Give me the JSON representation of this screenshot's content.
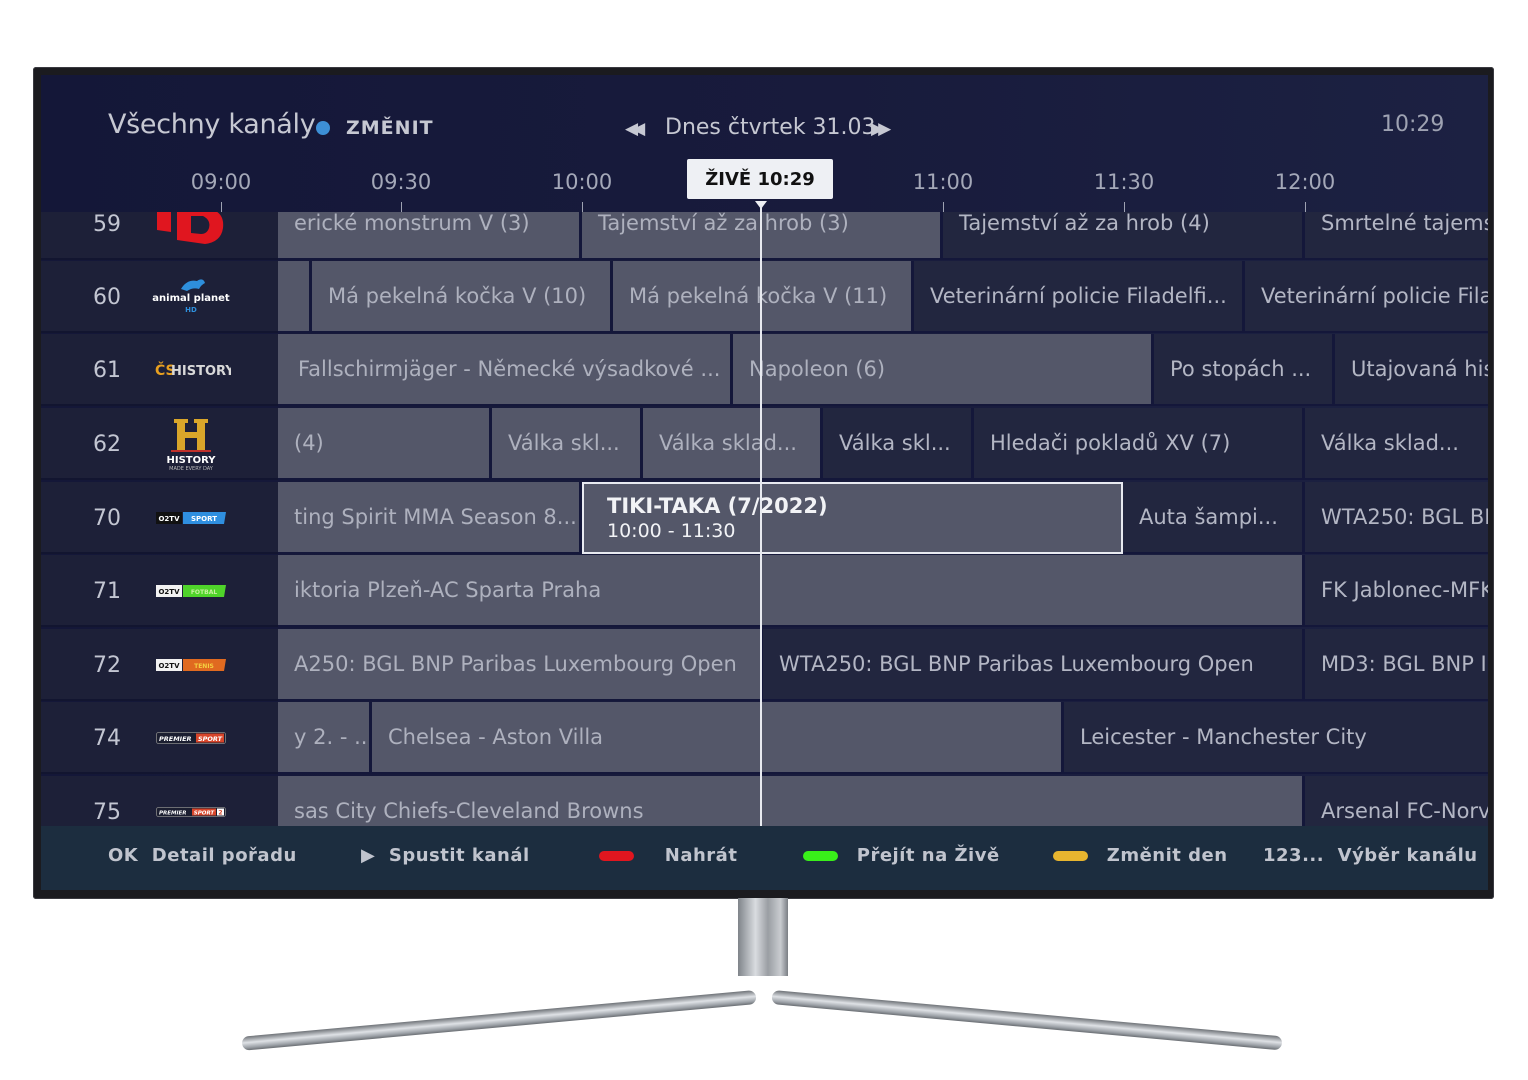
{
  "header": {
    "title": "Všechny kanály",
    "change_label": "ZMĚNIT",
    "date_label": "Dnes čtvrtek 31.03",
    "clock": "10:29",
    "prev_day_icon": "rewind-icon",
    "next_day_icon": "fast-forward-icon"
  },
  "timeline": {
    "ticks": [
      "09:00",
      "09:30",
      "10:00",
      "11:00",
      "11:30",
      "12:00"
    ],
    "live_label": "ŽIVĚ 10:29"
  },
  "channels": [
    {
      "number": "59",
      "logo": "ID",
      "programs": [
        {
          "title": "erické monstrum V (3)",
          "state": "past"
        },
        {
          "title": "Tajemství až za hrob (3)",
          "state": "past"
        },
        {
          "title": "Tajemství až za hrob (4)",
          "state": "future"
        },
        {
          "title": "Smrtelné tajems",
          "state": "future"
        }
      ]
    },
    {
      "number": "60",
      "logo": "animal planet HD",
      "programs": [
        {
          "title": "",
          "state": "past"
        },
        {
          "title": "Má pekelná kočka V (10)",
          "state": "past"
        },
        {
          "title": "Má pekelná kočka V (11)",
          "state": "past"
        },
        {
          "title": "Veterinární policie Filadelfi...",
          "state": "future"
        },
        {
          "title": "Veterinární policie Fila",
          "state": "future"
        }
      ]
    },
    {
      "number": "61",
      "logo": "ČS HISTORY",
      "programs": [
        {
          "title": "Fallschirmjäger - Německé výsadkové ...",
          "state": "past"
        },
        {
          "title": "Napoleon (6)",
          "state": "past"
        },
        {
          "title": "Po stopách ...",
          "state": "future"
        },
        {
          "title": "Utajovaná his",
          "state": "future"
        }
      ]
    },
    {
      "number": "62",
      "logo": "HISTORY",
      "programs": [
        {
          "title": "(4)",
          "state": "past"
        },
        {
          "title": "Válka skl...",
          "state": "past"
        },
        {
          "title": "Válka sklad...",
          "state": "past"
        },
        {
          "title": "Válka skl...",
          "state": "future"
        },
        {
          "title": "Hledači pokladů XV (7)",
          "state": "future"
        },
        {
          "title": "Válka sklad...",
          "state": "future"
        }
      ]
    },
    {
      "number": "70",
      "logo": "O2 TV SPORT",
      "programs": [
        {
          "title": "ting Spirit MMA Season 8...",
          "state": "past"
        },
        {
          "title": "TIKI-TAKA (7/2022)",
          "time": "10:00 - 11:30",
          "state": "focused"
        },
        {
          "title": "Auta šampi...",
          "state": "future"
        },
        {
          "title": "WTA250: BGL BI",
          "state": "future"
        }
      ]
    },
    {
      "number": "71",
      "logo": "O2 TV FOTBAL",
      "programs": [
        {
          "title": "iktoria Plzeň-AC Sparta Praha",
          "state": "past"
        },
        {
          "title": "FK Jablonec-MFK",
          "state": "future"
        }
      ]
    },
    {
      "number": "72",
      "logo": "O2 TV TENIS",
      "programs": [
        {
          "title": "A250: BGL BNP Paribas Luxembourg Open",
          "state": "past"
        },
        {
          "title": "WTA250: BGL BNP Paribas Luxembourg Open",
          "state": "future"
        },
        {
          "title": "MD3: BGL BNP I",
          "state": "future"
        }
      ]
    },
    {
      "number": "74",
      "logo": "PREMIER SPORT",
      "programs": [
        {
          "title": "y 2. - ...",
          "state": "past"
        },
        {
          "title": "Chelsea - Aston Villa",
          "state": "past"
        },
        {
          "title": "Leicester - Manchester City",
          "state": "future"
        }
      ]
    },
    {
      "number": "75",
      "logo": "PREMIER SPORT 2",
      "programs": [
        {
          "title": "sas City Chiefs-Cleveland Browns",
          "state": "past"
        },
        {
          "title": "Arsenal FC-Norv",
          "state": "future"
        }
      ]
    }
  ],
  "footer": {
    "ok_key": "OK",
    "ok_label": "Detail pořadu",
    "play_label": "Spustit kanál",
    "red_label": "Nahrát",
    "green_label": "Přejít na Živě",
    "yellow_label": "Změnit den",
    "num_key": "123...",
    "num_label": "Výběr kanálu",
    "colors": {
      "red": "#e0161f",
      "green": "#39f01a",
      "yellow": "#e7b52f"
    }
  }
}
